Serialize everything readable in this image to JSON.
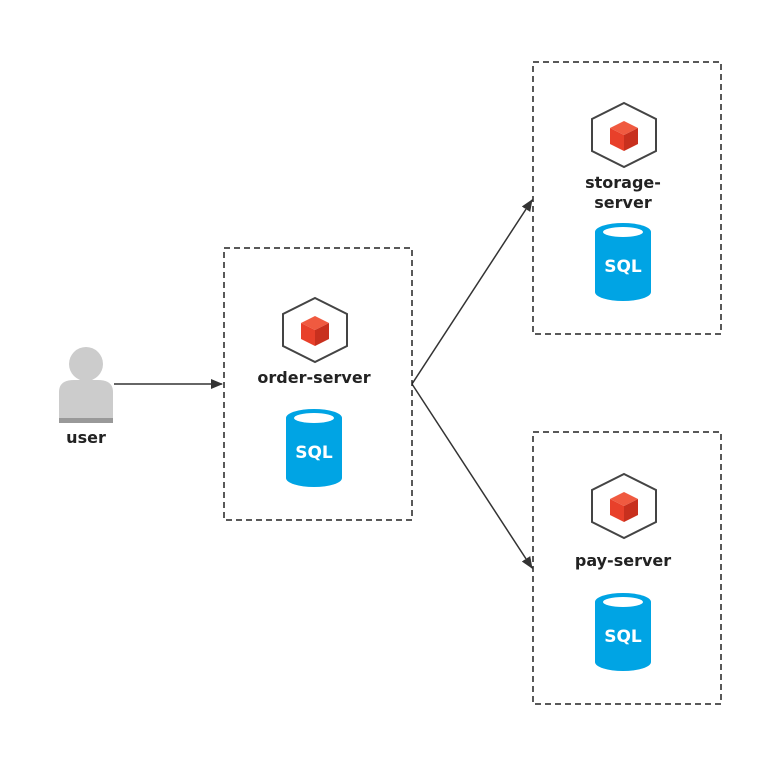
{
  "colors": {
    "arrow": "#333333",
    "dashed_border": "#222222",
    "user_icon": "#cccccc",
    "user_icon_shadow": "#999999",
    "cube_outline": "#444444",
    "cube_face": "#e8402a",
    "cube_face_dark": "#c8301e",
    "sql_body": "#00a4e4",
    "sql_top": "#ffffff"
  },
  "nodes": {
    "user": {
      "label": "user",
      "icon": "user-icon"
    },
    "order_server": {
      "label": "order-server",
      "icon": "cube-icon",
      "database": {
        "label": "SQL",
        "icon": "sql-database-icon"
      }
    },
    "storage_server": {
      "label_line1": "storage-",
      "label_line2": "server",
      "icon": "cube-icon",
      "database": {
        "label": "SQL",
        "icon": "sql-database-icon"
      }
    },
    "pay_server": {
      "label": "pay-server",
      "icon": "cube-icon",
      "database": {
        "label": "SQL",
        "icon": "sql-database-icon"
      }
    }
  },
  "edges": [
    {
      "from": "user",
      "to": "order-server"
    },
    {
      "from": "order-server",
      "to": "storage-server"
    },
    {
      "from": "order-server",
      "to": "pay-server"
    }
  ]
}
